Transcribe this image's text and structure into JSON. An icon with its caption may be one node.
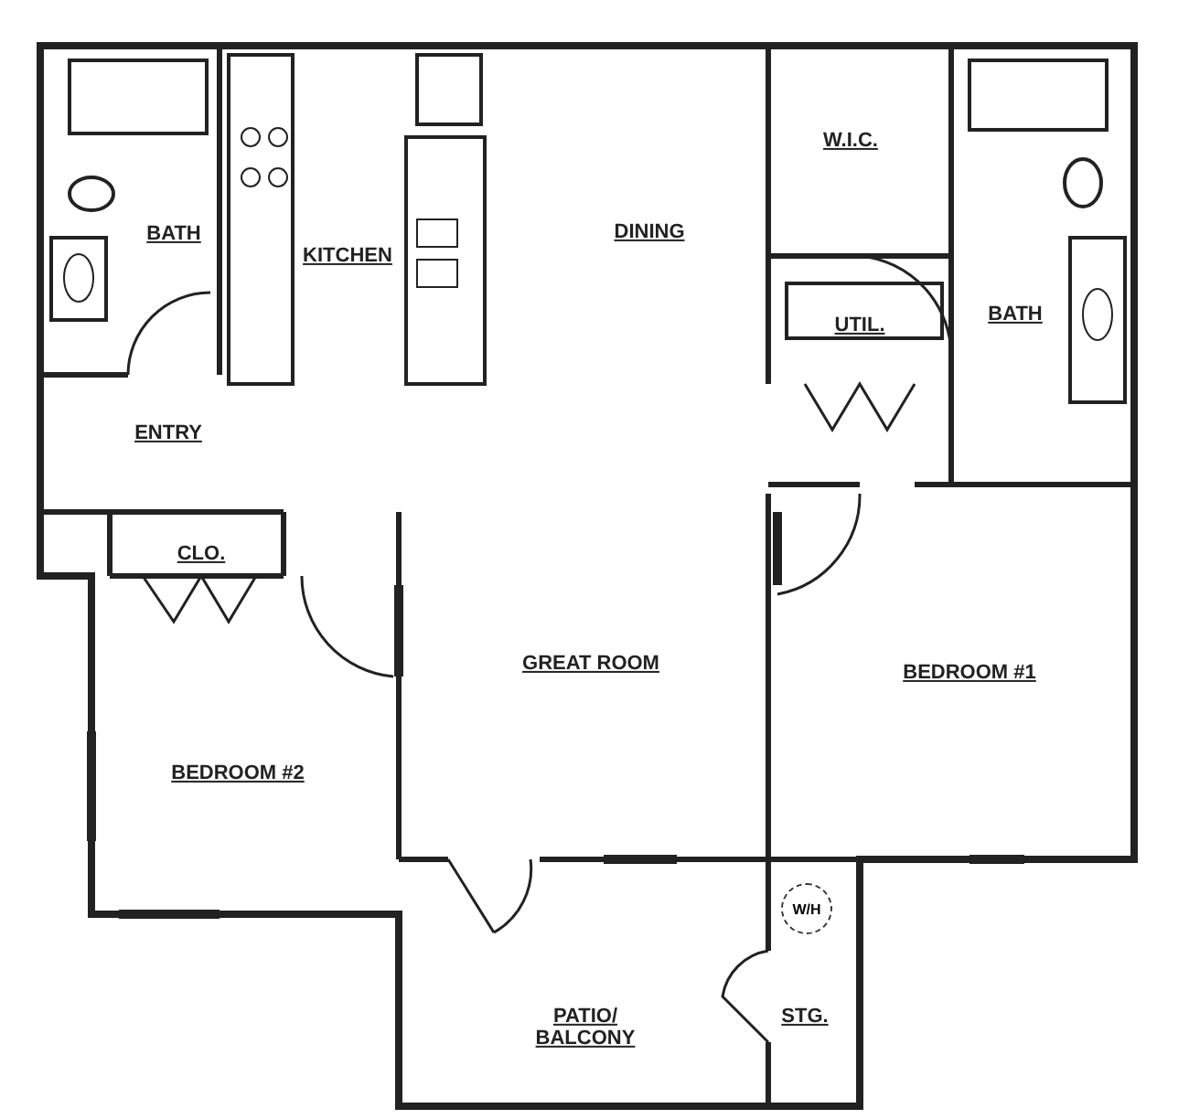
{
  "diagram": {
    "nodes": [
      {
        "text": [
          "W/H"
        ]
      }
    ],
    "edges": [],
    "labels": [
      "BATH",
      "KITCHEN",
      "DINING",
      "W.I.C.",
      "UTIL.",
      "BATH",
      "ENTRY",
      "CLO.",
      "GREAT ROOM",
      "BEDROOM #1",
      "BEDROOM #2",
      "PATIO/ BALCONY",
      "STG."
    ]
  }
}
